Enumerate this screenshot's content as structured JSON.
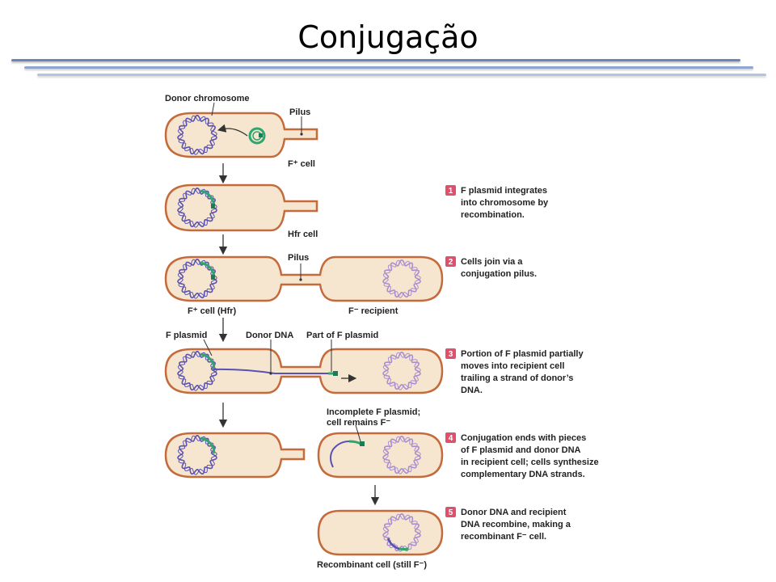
{
  "title": "Conjugação",
  "labels": {
    "donor_chromosome": "Donor chromosome",
    "pilus_1": "Pilus",
    "fplus_cell": "F⁺ cell",
    "hfr_cell": "Hfr cell",
    "pilus_2": "Pilus",
    "fplus_hfr": "F⁺ cell (Hfr)",
    "fminus_recipient": "F⁻ recipient",
    "f_plasmid": "F plasmid",
    "donor_dna": "Donor DNA",
    "part_f_plasmid": "Part of F plasmid",
    "incomplete_line1": "Incomplete F plasmid;",
    "incomplete_line2": "cell remains F⁻",
    "recombinant_cell": "Recombinant cell (still F⁻)"
  },
  "steps": [
    {
      "number": "1",
      "lines": [
        "F plasmid integrates",
        "into chromosome by",
        "recombination."
      ]
    },
    {
      "number": "2",
      "lines": [
        "Cells join via a",
        "conjugation pilus."
      ]
    },
    {
      "number": "3",
      "lines": [
        "Portion of F plasmid partially",
        "moves into recipient cell",
        "trailing a strand of donor’s",
        "DNA."
      ]
    },
    {
      "number": "4",
      "lines": [
        "Conjugation ends with pieces",
        "of F plasmid and donor DNA",
        "in recipient cell; cells synthesize",
        "complementary DNA strands."
      ]
    },
    {
      "number": "5",
      "lines": [
        "Donor DNA and recipient",
        "DNA recombine, making a",
        "recombinant F⁻ cell."
      ]
    }
  ],
  "colors": {
    "cell_fill": "#f6e6cf",
    "cell_outline": "#c56a3a",
    "donor_dna": "#5a52b3",
    "recipient_dna": "#a98fd0",
    "f_plasmid": "#2fa56f",
    "step_badge": "#e0506d",
    "title_rule": "#6b86b8"
  }
}
